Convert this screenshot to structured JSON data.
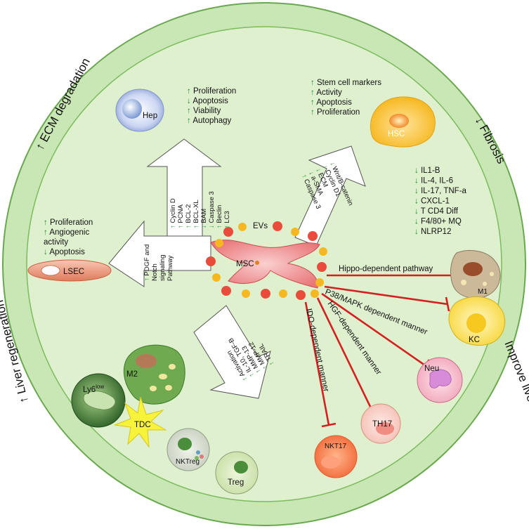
{
  "ring_labels": {
    "ecm": "↑ ECM degradation",
    "fibrosis": "↓ Fibrosis",
    "liver_regen": "↑ Liver regeneration",
    "improve": "Improve liver function"
  },
  "cells": {
    "hep": "Hep",
    "hsc": "HSC",
    "lsec": "LSEC",
    "msc": "MSC",
    "m1": "M1",
    "kc": "KC",
    "neu": "Neu",
    "th17": "TH17",
    "nkt17": "NKT17",
    "m2": "M2",
    "ly6": "Ly6",
    "ly6_sup": "low",
    "tdc": "TDC",
    "nktreg": "NKTreg",
    "treg": "Treg",
    "evs": "EVs"
  },
  "hep_effects": [
    {
      "arrow": "↑",
      "text": "Proliferation"
    },
    {
      "arrow": "↓",
      "text": "Apoptosis"
    },
    {
      "arrow": "↑",
      "text": "Viability"
    },
    {
      "arrow": "↑",
      "text": "Autophagy"
    }
  ],
  "hsc_effects": [
    {
      "arrow": "↑",
      "text": "Stem cell markers"
    },
    {
      "arrow": "↑",
      "text": "Activity"
    },
    {
      "arrow": "↑",
      "text": "Apoptosis"
    },
    {
      "arrow": "↑",
      "text": "Proliferation"
    }
  ],
  "lsec_effects": [
    {
      "arrow": "↑",
      "text": "Proliferation"
    },
    {
      "arrow": "↑",
      "text": "Angiogenic"
    },
    {
      "arrow": "",
      "text": "activity"
    },
    {
      "arrow": "↓",
      "text": "Apoptosis"
    }
  ],
  "fibrosis_markers": [
    {
      "arrow": "↓",
      "text": "IL1-B"
    },
    {
      "arrow": "↓",
      "text": "IL-4, IL-6"
    },
    {
      "arrow": "↓",
      "text": "IL-17, TNF-a"
    },
    {
      "arrow": "↓",
      "text": "CXCL-1"
    },
    {
      "arrow": "↓",
      "text": "T CD4 Diff"
    },
    {
      "arrow": "↓",
      "text": "F4/80+ MQ"
    },
    {
      "arrow": "↓",
      "text": "NLRP12"
    }
  ],
  "hep_arrow_items": [
    {
      "arrow": "↑",
      "text": "Cyclin D"
    },
    {
      "arrow": "↑",
      "text": "PCNA"
    },
    {
      "arrow": "↑",
      "text": "BCL-2"
    },
    {
      "arrow": "↑",
      "text": "BCL-XL"
    },
    {
      "arrow": "↓",
      "text": "BAM"
    },
    {
      "arrow": "↓",
      "text": "Caspase 3"
    },
    {
      "arrow": "↑",
      "text": "Beclin"
    },
    {
      "arrow": "↑",
      "text": "LC3"
    }
  ],
  "hsc_arrow_items": [
    {
      "arrow": "↓",
      "text": "Wnt/B-catenin"
    },
    {
      "arrow": "↓",
      "text": "Cyclin D1"
    },
    {
      "arrow": "↓",
      "text": "ECM"
    },
    {
      "arrow": "↓",
      "text": "a-SMA"
    },
    {
      "arrow": "↑",
      "text": "Caspase 3"
    }
  ],
  "lsec_arrow_items": [
    {
      "arrow": "↑",
      "text": "PDGF and"
    },
    {
      "arrow": "",
      "text": "Notch"
    },
    {
      "arrow": "",
      "text": "signaling"
    },
    {
      "arrow": "",
      "text": "Pathway"
    }
  ],
  "m2_arrow_items": [
    {
      "arrow": "↑",
      "text": "Activation"
    },
    {
      "arrow": "↑",
      "text": "IL-10, TGF-B"
    },
    {
      "arrow": "↑",
      "text": "MMP-13"
    },
    {
      "arrow": "↑",
      "text": "MMP-12"
    },
    {
      "arrow": "↑",
      "text": "TRAIL"
    }
  ],
  "pathways": {
    "hippo": "Hippo-dependent pathway",
    "p38": "P38/MAPK dependent manner",
    "hgf": "HGF-dependent manner",
    "ido": "IDO-dependent manner"
  }
}
